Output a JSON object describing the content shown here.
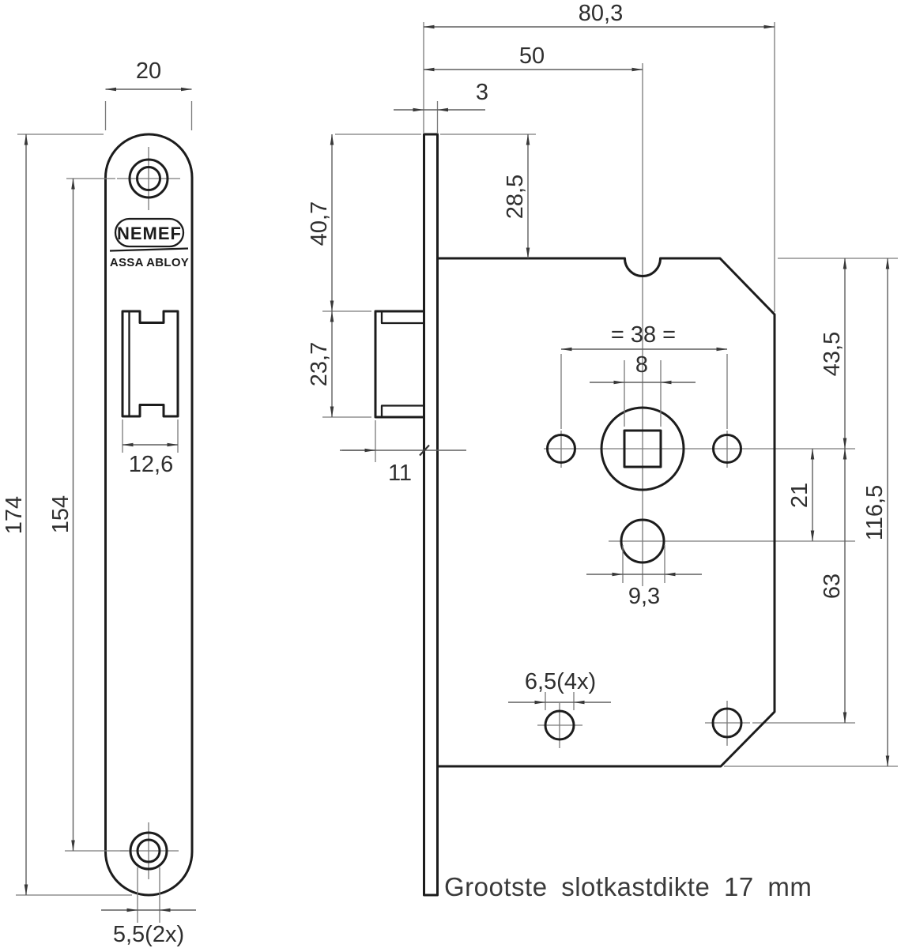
{
  "colors": {
    "ink": "#1c1c1c",
    "dim_line": "#5f5f5f",
    "arrow": "#383838",
    "label": "#2f2f2f",
    "background": "#ffffff"
  },
  "brand": {
    "logo": "NEMEF",
    "sub_brand": "ASSA ABLOY"
  },
  "note": "Grootste slotkastdikte 17 mm",
  "front_view": {
    "plate_width": "20",
    "plate_height": "174",
    "screw_hole_spacing": "154",
    "latch_width": "12,6",
    "screw_hole_diameter": "5,5(2x)"
  },
  "side_view": {
    "total_depth": "80,3",
    "backset": "50",
    "faceplate_thickness": "3",
    "latch_top_offset": "40,7",
    "case_top_offset": "28,5",
    "latch_height": "23,7",
    "latch_protrusion": "11",
    "handle_hole_spacing": "= 38 =",
    "spindle_square": "8",
    "spindle_axis_offset": "43,5",
    "cylinder_axis_offset": "21",
    "case_height": "116,5",
    "cylinder_hole_diameter": "9,3",
    "lower_holes_offset": "63",
    "fixing_holes_diameter": "6,5(4x)"
  }
}
